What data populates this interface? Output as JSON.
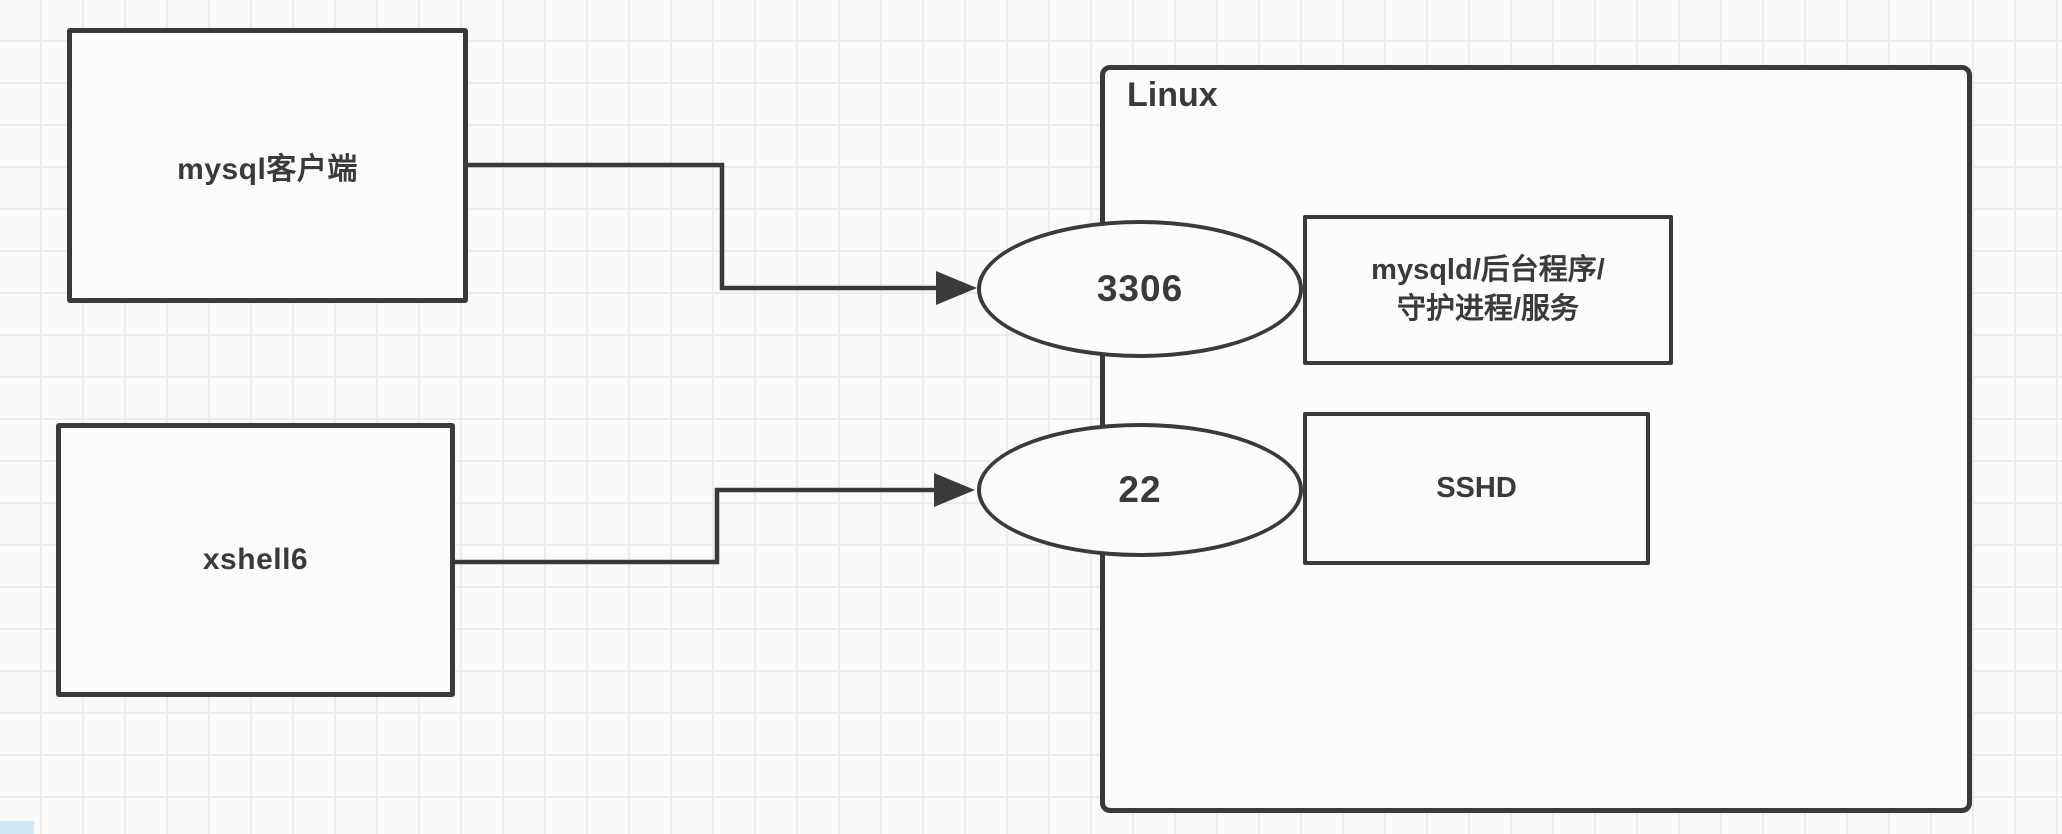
{
  "diagram": {
    "title": "Linux port / service diagram",
    "background_color": "#fafaf8",
    "grid_color": "#ececea",
    "stroke_color": "#3a3a3a",
    "nodes": {
      "mysql_client": {
        "type": "box",
        "label": "mysql客户端"
      },
      "xshell": {
        "type": "box",
        "label": "xshell6"
      },
      "linux": {
        "type": "container",
        "label": "Linux"
      },
      "port_3306": {
        "type": "ellipse",
        "label": "3306"
      },
      "port_22": {
        "type": "ellipse",
        "label": "22"
      },
      "mysqld": {
        "type": "box",
        "line1": "mysqld/后台程序/",
        "line2": "守护进程/服务"
      },
      "sshd": {
        "type": "box",
        "label": "SSHD"
      }
    },
    "connections": [
      {
        "from": "mysql_client",
        "to": "port_3306",
        "style": "elbow-arrow"
      },
      {
        "from": "xshell",
        "to": "port_22",
        "style": "elbow-arrow"
      }
    ]
  }
}
